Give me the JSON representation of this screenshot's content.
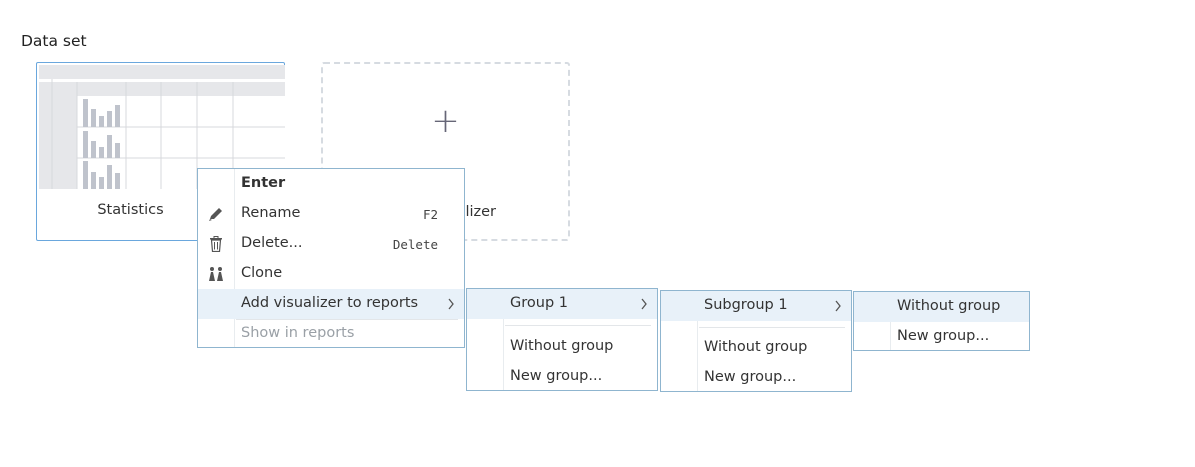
{
  "section": {
    "title": "Data set"
  },
  "cards": [
    {
      "label": "Statistics"
    },
    {
      "label": "lizer"
    }
  ],
  "context_menu": {
    "enter": "Enter",
    "rename": "Rename",
    "rename_shortcut": "F2",
    "delete": "Delete...",
    "delete_shortcut": "Delete",
    "clone": "Clone",
    "add_visualizer": "Add visualizer to reports",
    "show_in_reports": "Show in reports"
  },
  "submenu_groups": {
    "group_1": "Group 1",
    "without_group": "Without group",
    "new_group": "New group..."
  },
  "submenu_subgroups": {
    "subgroup_1": "Subgroup 1",
    "without_group": "Without group",
    "new_group": "New group..."
  },
  "submenu_final": {
    "without_group": "Without group",
    "new_group": "New group..."
  },
  "colors": {
    "accent_border": "#6aa7dd",
    "menu_border": "#8fb5cf",
    "highlight": "#e8f1f9"
  }
}
